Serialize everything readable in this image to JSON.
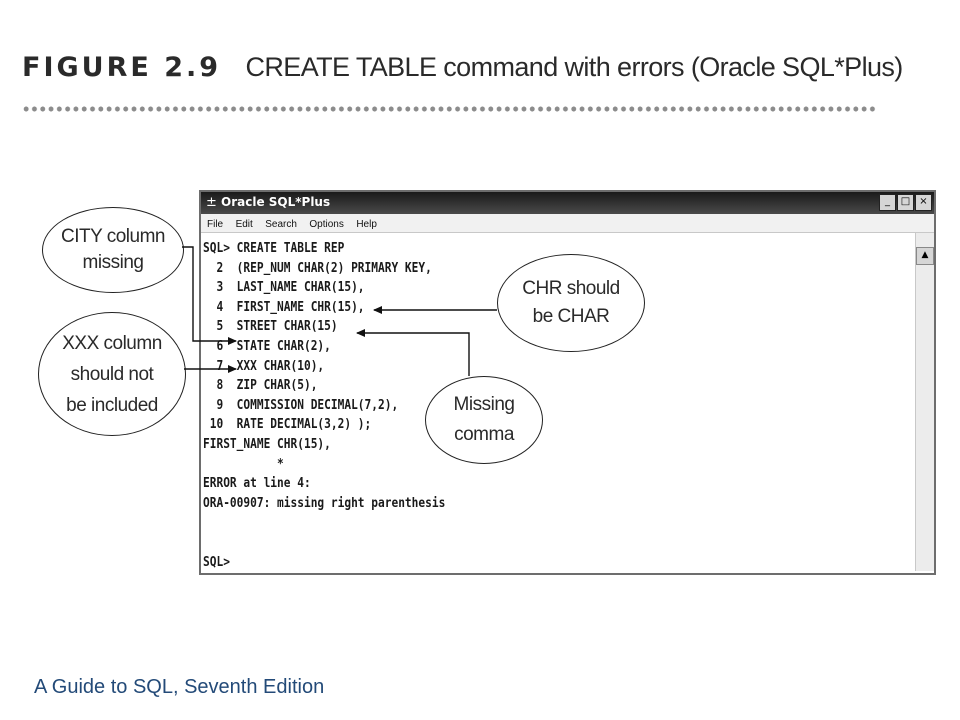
{
  "figure": {
    "label": "FIGURE 2.9",
    "title": "CREATE TABLE command with errors (Oracle SQL*Plus)"
  },
  "window": {
    "title": "Oracle SQL*Plus",
    "controls": [
      "_",
      "□",
      "×"
    ],
    "menu": [
      "File",
      "Edit",
      "Search",
      "Options",
      "Help"
    ]
  },
  "console_lines": [
    "SQL> CREATE TABLE REP",
    "  2  (REP_NUM CHAR(2) PRIMARY KEY,",
    "  3  LAST_NAME CHAR(15),",
    "  4  FIRST_NAME CHR(15),",
    "  5  STREET CHAR(15)",
    "  6  STATE CHAR(2),",
    "  7  XXX CHAR(10),",
    "  8  ZIP CHAR(5),",
    "  9  COMMISSION DECIMAL(7,2),",
    " 10  RATE DECIMAL(3,2) );",
    "FIRST_NAME CHR(15),",
    "           *",
    "ERROR at line 4:",
    "ORA-00907: missing right parenthesis",
    "",
    "",
    "SQL>"
  ],
  "callouts": {
    "city": [
      "CITY column",
      "missing"
    ],
    "xxx": [
      "XXX column",
      "should not",
      "be included"
    ],
    "chr": [
      "CHR should",
      "be CHAR"
    ],
    "comma": [
      "Missing",
      "comma"
    ]
  },
  "footer": "A Guide to SQL, Seventh Edition"
}
